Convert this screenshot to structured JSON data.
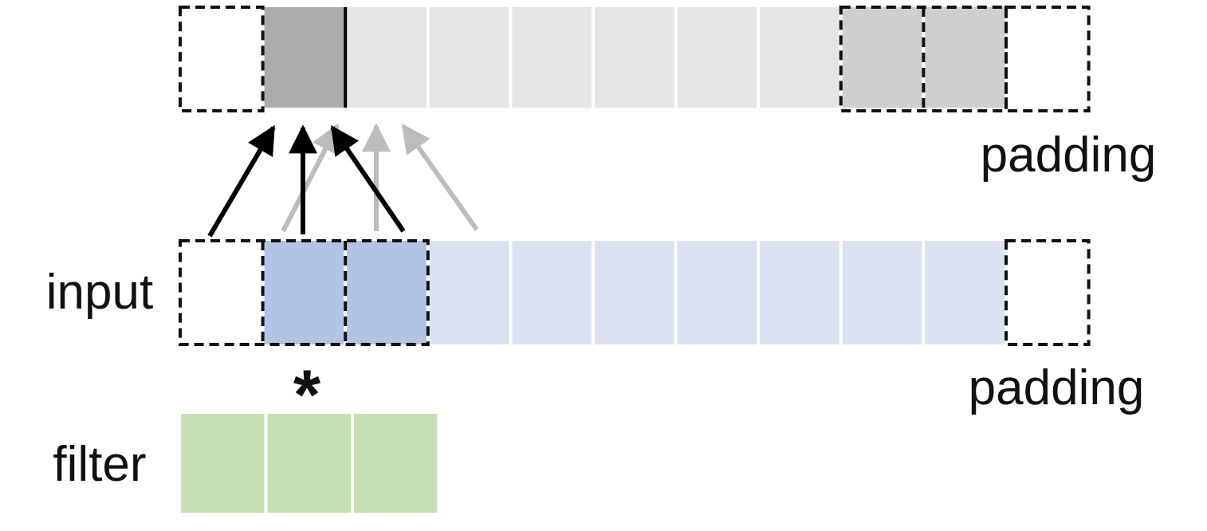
{
  "labels": {
    "input": "input",
    "filter": "filter",
    "operator": "*",
    "padding_top": "padding",
    "padding_bottom": "padding"
  },
  "colors": {
    "output_cell": "#e6e4e5",
    "output_active": "#aeabab",
    "output_edge": "#d0cecf",
    "input_cell": "#dae2f2",
    "input_active": "#b2c4e4",
    "filter_cell": "#c6dfb5",
    "padding_border": "#111111",
    "arrow_active": "#000000",
    "arrow_faded": "#bcbcbc"
  },
  "output_row": {
    "cells": [
      "padding",
      "active",
      "light",
      "light",
      "light",
      "light",
      "light",
      "light",
      "edge",
      "edge",
      "padding"
    ]
  },
  "input_row": {
    "cells": [
      "padding",
      "active",
      "active",
      "light",
      "light",
      "light",
      "light",
      "light",
      "light",
      "light",
      "padding"
    ]
  },
  "filter_row": {
    "cells": 3
  }
}
